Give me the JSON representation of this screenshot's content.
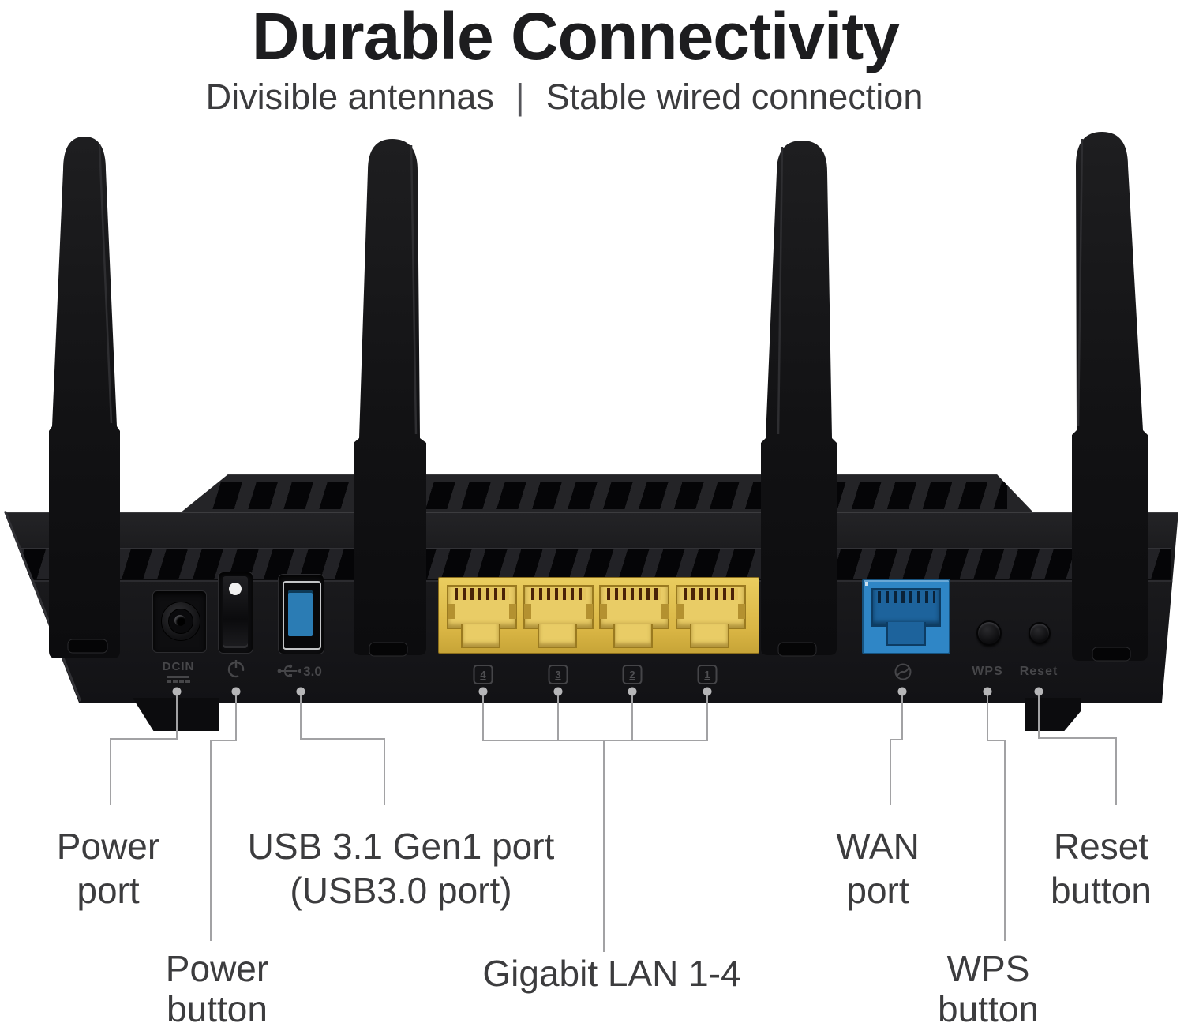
{
  "header": {
    "title": "Durable Connectivity",
    "subtitle": {
      "left": "Divisible antennas",
      "divider": "|",
      "right": "Stable wired connection"
    }
  },
  "device": {
    "kind": "wireless-router-rear-panel",
    "engravings": {
      "dc_in": "DCIN",
      "usb_version": "3.0",
      "wps": "WPS",
      "reset": "Reset",
      "lan_numbers": [
        "4",
        "3",
        "2",
        "1"
      ]
    },
    "colors": {
      "body": "#1b1b1d",
      "lan_block": "#dfbb4d",
      "wan_port": "#2f86c6",
      "usb_tongue": "#2b7cb4",
      "callout_line": "#a2a2a4",
      "label_text": "#3c3c3e"
    }
  },
  "callouts": {
    "power_port": {
      "line1": "Power",
      "line2": "port"
    },
    "power_button": {
      "line1": "Power",
      "line2": "button"
    },
    "usb": {
      "line1": "USB 3.1 Gen1 port",
      "line2": "(USB3.0 port)"
    },
    "lan": {
      "line1": "Gigabit LAN 1-4",
      "line2": ""
    },
    "wan": {
      "line1": "WAN",
      "line2": "port"
    },
    "wps": {
      "line1": "WPS",
      "line2": "button"
    },
    "reset": {
      "line1": "Reset",
      "line2": "button"
    }
  }
}
